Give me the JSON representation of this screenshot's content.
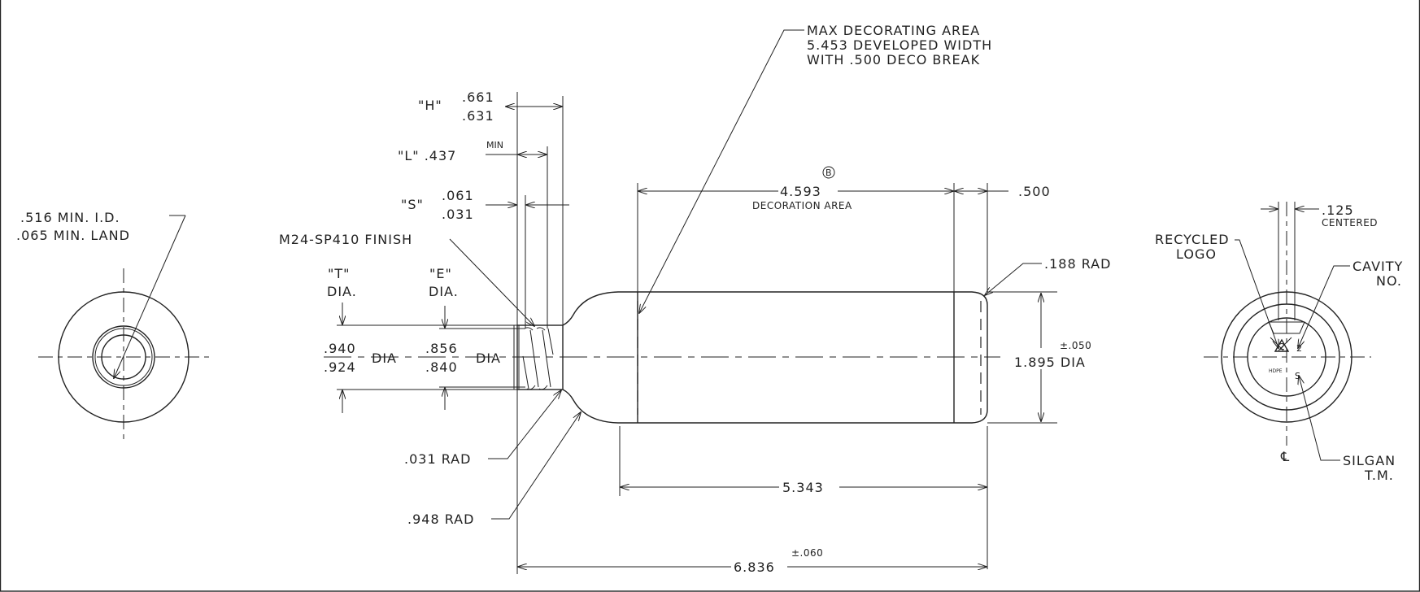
{
  "labels": {
    "min_id": ".516 MIN. I.D.",
    "min_land": ".065 MIN. LAND",
    "h_label": "\"H\"",
    "h_max": ".661",
    "h_min": ".631",
    "l_label": "\"L\" .437",
    "l_min": "MIN",
    "s_label": "\"S\"",
    "s_max": ".061",
    "s_min": ".031",
    "finish": "M24-SP410 FINISH",
    "t_label": "\"T\"",
    "t_dia": "DIA.",
    "e_label": "\"E\"",
    "e_dia": "DIA.",
    "t_max": ".940",
    "t_min": ".924",
    "t_suffix": "DIA",
    "e_max": ".856",
    "e_min": ".840",
    "e_suffix": "DIA",
    "rad_031": ".031 RAD",
    "rad_948": ".948 RAD",
    "deco_line1": "MAX DECORATING AREA",
    "deco_line2": "5.453 DEVELOPED WIDTH",
    "deco_line3": "WITH .500 DECO BREAK",
    "circle_b": "B",
    "deco_width": "4.593",
    "deco_area": "DECORATION AREA",
    "break_500": ".500",
    "rad_188": ".188 RAD",
    "body_tol": "±.050",
    "body_dia": "1.895 DIA",
    "len_5343": "5.343",
    "len_6836": "6.836",
    "len_tol": "±.060",
    "dim_125": ".125",
    "centered": "CENTERED",
    "recycled1": "RECYCLED",
    "recycled2": "LOGO",
    "cavity1": "CAVITY",
    "cavity2": "NO.",
    "silgan1": "SILGAN",
    "silgan2": "T.M.",
    "recycle_num": "2",
    "hdpe": "HDPE",
    "cl_symbol": "℄",
    "cavity_mark": "2",
    "tm_mark": "S"
  }
}
